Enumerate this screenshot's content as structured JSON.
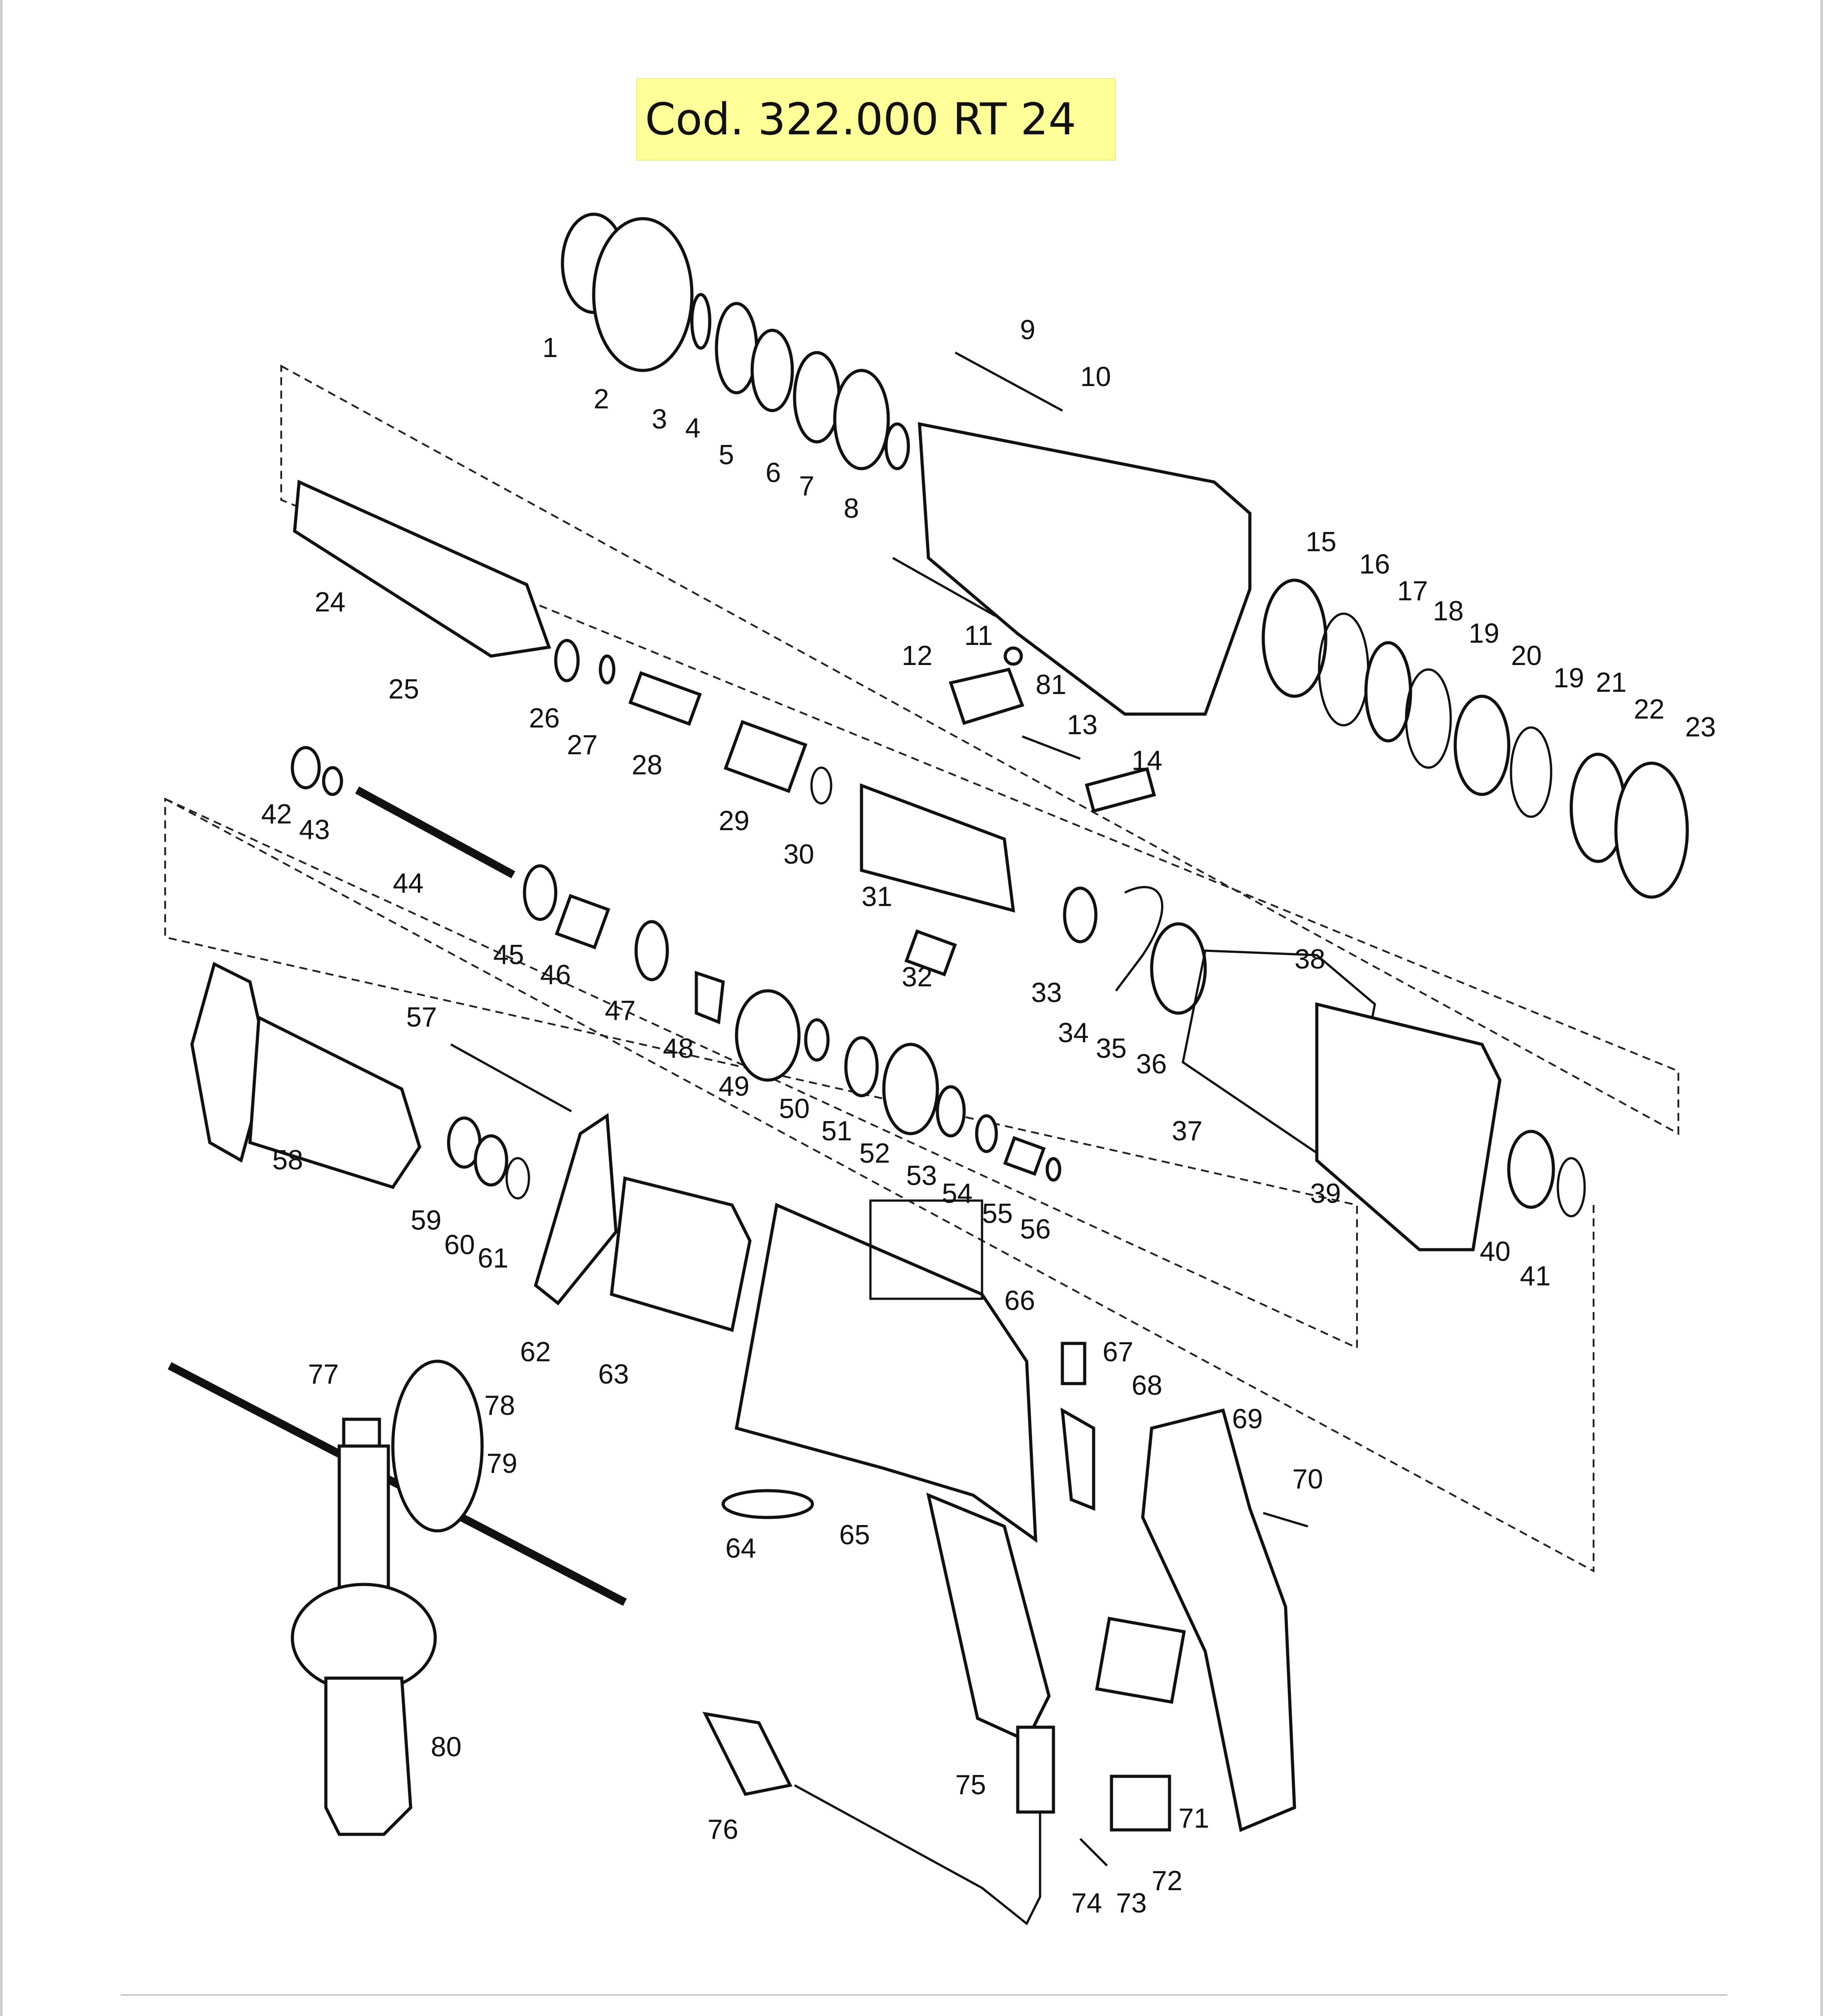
{
  "title": "Cod. 322.000 RT 24",
  "diagram": {
    "callouts": [
      "1",
      "2",
      "3",
      "4",
      "5",
      "6",
      "7",
      "8",
      "9",
      "10",
      "11",
      "12",
      "13",
      "14",
      "15",
      "16",
      "17",
      "18",
      "19",
      "20",
      "19",
      "21",
      "22",
      "23",
      "24",
      "25",
      "26",
      "27",
      "28",
      "29",
      "30",
      "31",
      "32",
      "33",
      "34",
      "35",
      "36",
      "37",
      "38",
      "39",
      "40",
      "41",
      "42",
      "43",
      "44",
      "45",
      "46",
      "47",
      "48",
      "49",
      "50",
      "51",
      "52",
      "53",
      "54",
      "55",
      "56",
      "57",
      "58",
      "59",
      "60",
      "61",
      "62",
      "63",
      "64",
      "65",
      "66",
      "67",
      "68",
      "69",
      "70",
      "71",
      "72",
      "73",
      "74",
      "75",
      "76",
      "77",
      "78",
      "79",
      "80",
      "81"
    ]
  },
  "colors": {
    "title_highlight": "#ffff99",
    "ink": "#111111"
  }
}
